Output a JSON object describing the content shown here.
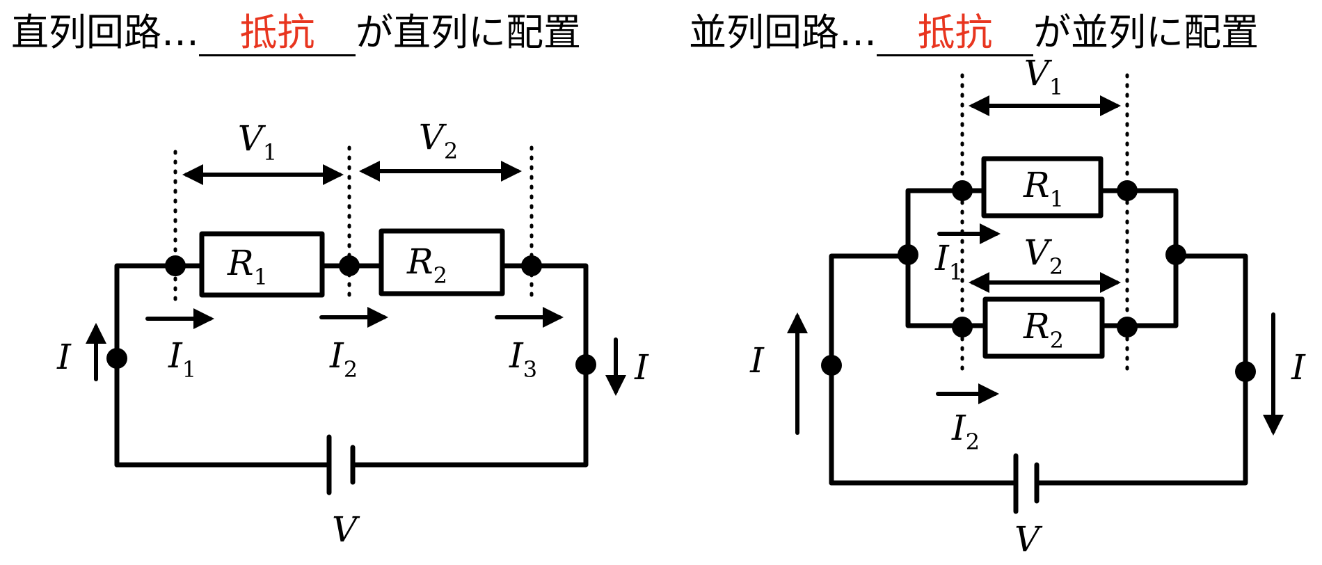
{
  "colors": {
    "answer": "#e8351f",
    "line": "#000000"
  },
  "series_heading": {
    "prefix": "直列回路…",
    "answer": "抵抗",
    "suffix": "が直列に配置"
  },
  "parallel_heading": {
    "prefix": "並列回路…",
    "answer": "抵抗",
    "suffix": "が並列に配置"
  },
  "series_circuit": {
    "resistors": [
      {
        "symbol": "R",
        "sub": "1"
      },
      {
        "symbol": "R",
        "sub": "2"
      }
    ],
    "voltages": [
      {
        "symbol": "V",
        "sub": "1"
      },
      {
        "symbol": "V",
        "sub": "2"
      }
    ],
    "currents": [
      {
        "symbol": "I",
        "sub": "1"
      },
      {
        "symbol": "I",
        "sub": "2"
      },
      {
        "symbol": "I",
        "sub": "3"
      }
    ],
    "total_current": "I",
    "battery_voltage": "V"
  },
  "parallel_circuit": {
    "resistors": [
      {
        "symbol": "R",
        "sub": "1"
      },
      {
        "symbol": "R",
        "sub": "2"
      }
    ],
    "voltages": [
      {
        "symbol": "V",
        "sub": "1"
      },
      {
        "symbol": "V",
        "sub": "2"
      }
    ],
    "currents": [
      {
        "symbol": "I",
        "sub": "1"
      },
      {
        "symbol": "I",
        "sub": "2"
      }
    ],
    "total_current": "I",
    "battery_voltage": "V"
  }
}
